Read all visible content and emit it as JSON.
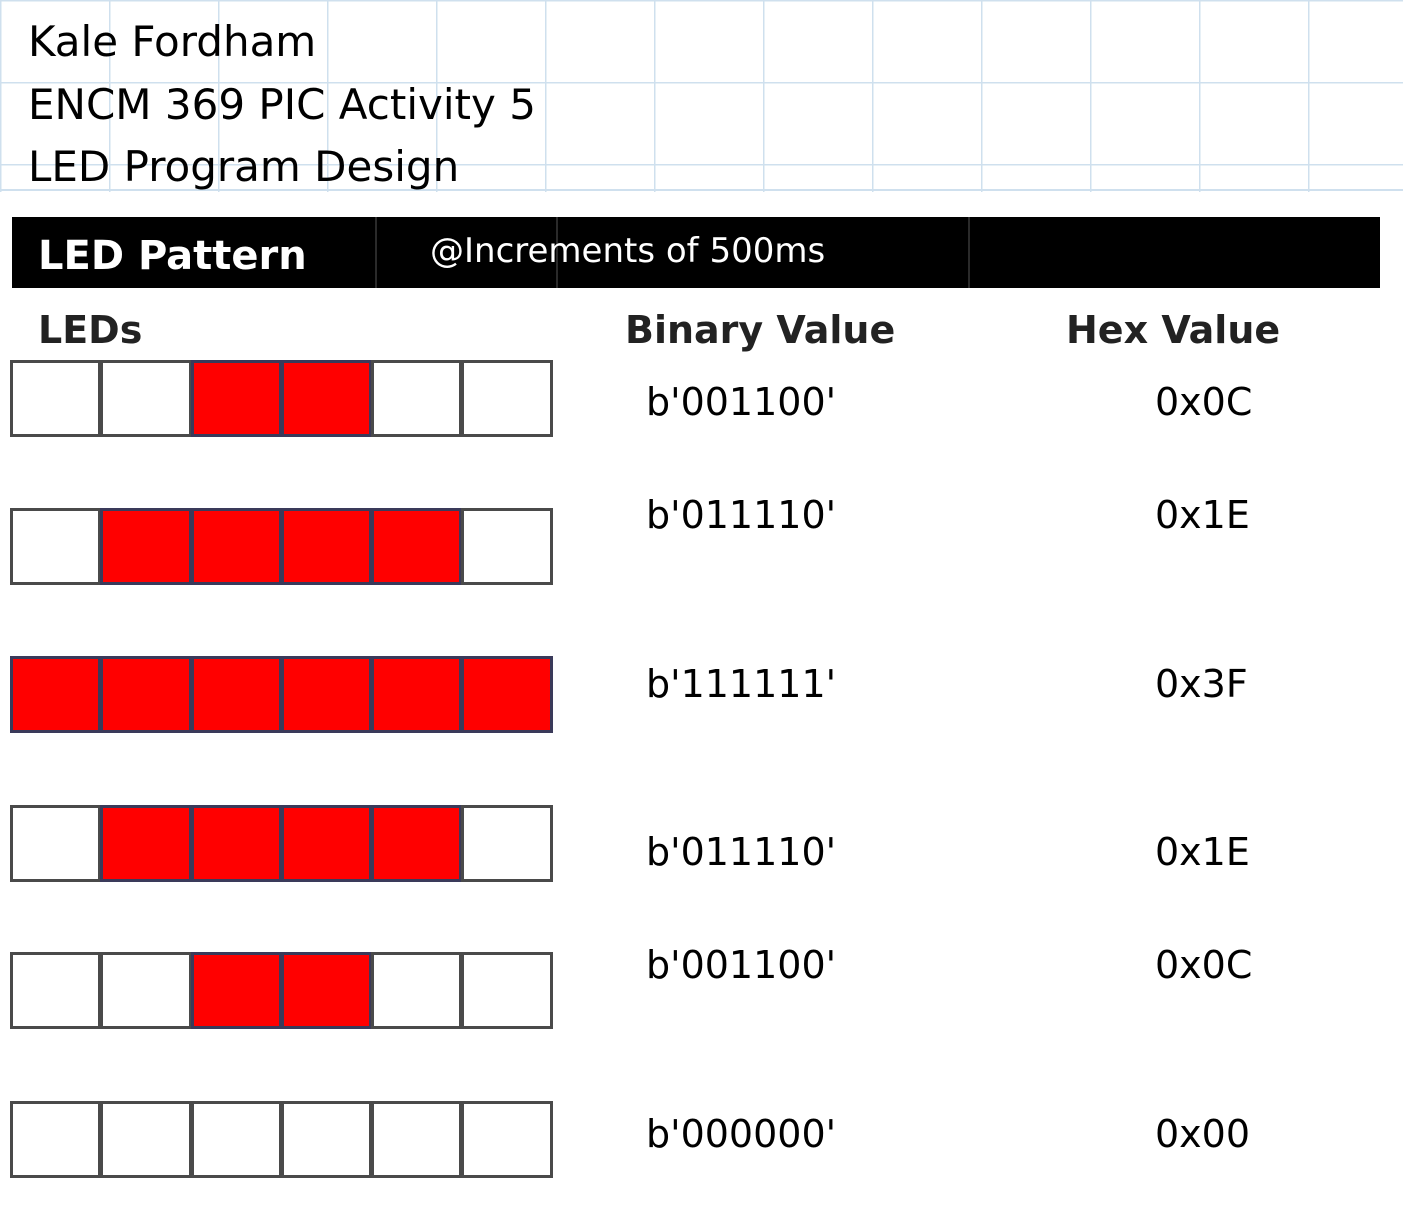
{
  "header": {
    "author": "Kale Fordham",
    "course": "ENCM 369 PIC Activity 5",
    "subject": "LED Program Design"
  },
  "banner": {
    "title": "LED Pattern",
    "note": "@Increments of 500ms"
  },
  "columns": {
    "leds": "LEDs",
    "binary": "Binary Value",
    "hex": "Hex Value"
  },
  "colors": {
    "led_on": "#ff0000",
    "led_off": "#ffffff",
    "banner": "#000000",
    "grid": "#cfe0ee"
  },
  "rows": [
    {
      "leds": [
        0,
        0,
        1,
        1,
        0,
        0
      ],
      "binary": "b'001100'",
      "hex": "0x0C"
    },
    {
      "leds": [
        0,
        1,
        1,
        1,
        1,
        0
      ],
      "binary": "b'011110'",
      "hex": "0x1E"
    },
    {
      "leds": [
        1,
        1,
        1,
        1,
        1,
        1
      ],
      "binary": "b'111111'",
      "hex": "0x3F"
    },
    {
      "leds": [
        0,
        1,
        1,
        1,
        1,
        0
      ],
      "binary": "b'011110'",
      "hex": "0x1E"
    },
    {
      "leds": [
        0,
        0,
        1,
        1,
        0,
        0
      ],
      "binary": "b'001100'",
      "hex": "0x0C"
    },
    {
      "leds": [
        0,
        0,
        0,
        0,
        0,
        0
      ],
      "binary": "b'000000'",
      "hex": "0x00"
    }
  ]
}
